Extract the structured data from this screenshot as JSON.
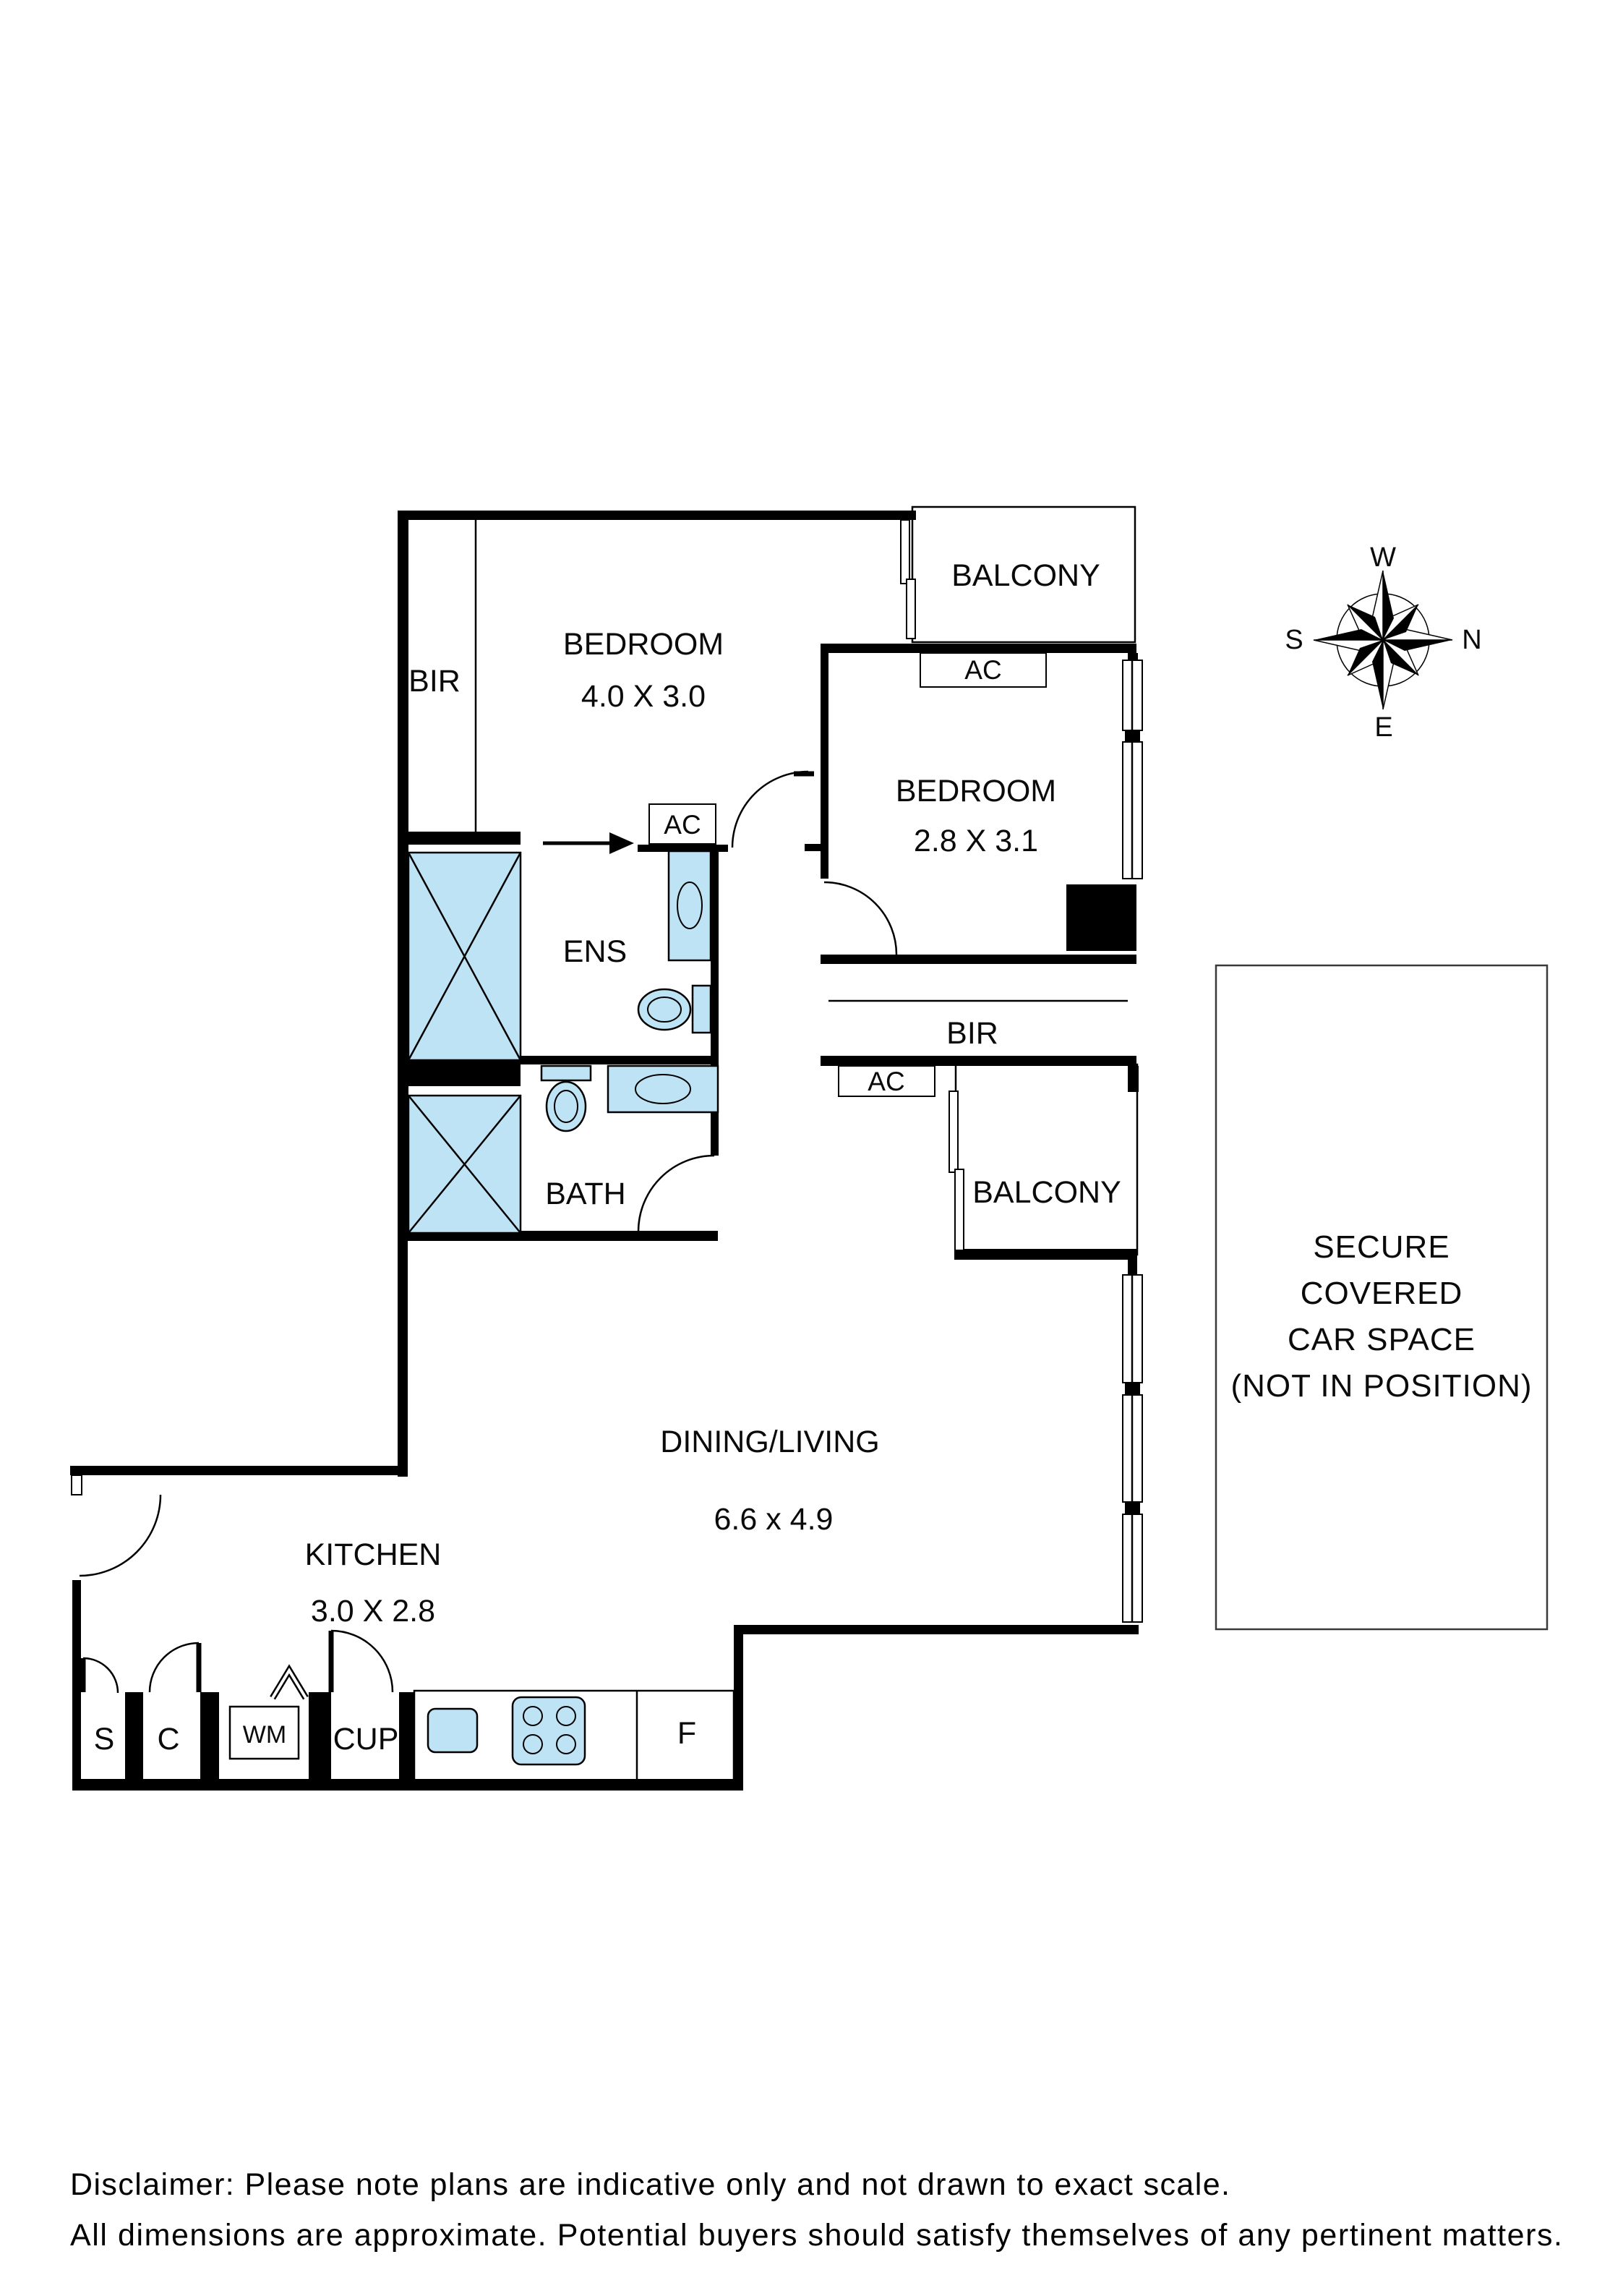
{
  "colors": {
    "fixture_blue": "#bde3f5",
    "wall_black": "#000000"
  },
  "rooms": {
    "bedroom1": {
      "name": "BEDROOM",
      "dims": "4.0 X 3.0"
    },
    "bedroom2": {
      "name": "BEDROOM",
      "dims": "2.8 X 3.1"
    },
    "dining": {
      "name": "DINING/LIVING",
      "dims": "6.6 x 4.9"
    },
    "kitchen": {
      "name": "KITCHEN",
      "dims": "3.0 X 2.8"
    },
    "ens": {
      "name": "ENS"
    },
    "bath": {
      "name": "BATH"
    },
    "balcony_top": {
      "name": "BALCONY"
    },
    "balcony_mid": {
      "name": "BALCONY"
    },
    "bir_bedroom1": {
      "name": "BIR"
    },
    "bir_bedroom2": {
      "name": "BIR"
    },
    "car_space": {
      "line1": "SECURE",
      "line2": "COVERED",
      "line3": "CAR SPACE",
      "line4": "(NOT IN POSITION)"
    }
  },
  "fixtures": {
    "ac_ens": "AC",
    "ac_bedroom2": "AC",
    "ac_balcony": "AC",
    "store": "S",
    "cupboard_c": "C",
    "washing_machine": "WM",
    "cupboard": "CUP",
    "fridge": "F"
  },
  "compass": {
    "west": "W",
    "north": "N",
    "east": "E",
    "south": "S"
  },
  "disclaimer": {
    "line1": "Disclaimer: Please note plans are indicative only and not drawn to exact scale.",
    "line2": "All dimensions are approximate. Potential buyers should satisfy themselves of any pertinent matters."
  }
}
